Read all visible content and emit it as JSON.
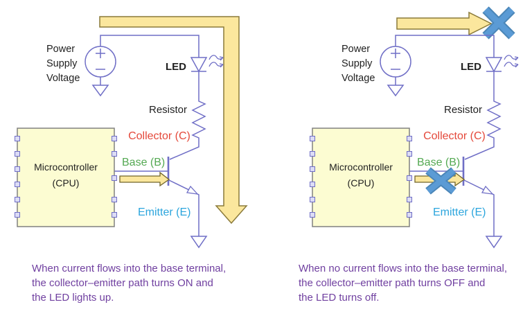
{
  "colors": {
    "wire": "#6f6ec6",
    "label_text": "#1f1f1f",
    "collector_red": "#e4483a",
    "base_green": "#54a952",
    "emitter_blue": "#2ba5dd",
    "caption_purple": "#7040a0",
    "arrow_fill": "#fbe79d",
    "arrow_stroke": "#8a7a3a",
    "blocked_x_blue": "#5b9bd5",
    "mcu_fill": "#fcfcd2",
    "mcu_stroke": "#808080",
    "pin_fill": "#dcdcf5"
  },
  "left": {
    "power_supply_label": [
      "Power",
      "Supply",
      "Voltage"
    ],
    "led_label": "LED",
    "resistor_label": "Resistor",
    "collector_label": "Collector (C)",
    "base_label": "Base (B)",
    "emitter_label": "Emitter (E)",
    "mcu_label_line1": "Microcontroller",
    "mcu_label_line2": "(CPU)",
    "caption": [
      "When current flows into the base terminal,",
      "the collector–emitter path turns ON and",
      "the LED lights up."
    ]
  },
  "right": {
    "power_supply_label": [
      "Power",
      "Supply",
      "Voltage"
    ],
    "led_label": "LED",
    "resistor_label": "Resistor",
    "collector_label": "Collector (C)",
    "base_label": "Base (B)",
    "emitter_label": "Emitter (E)",
    "mcu_label_line1": "Microcontroller",
    "mcu_label_line2": "(CPU)",
    "caption": [
      "When no current flows into the base terminal,",
      "the collector–emitter path turns OFF and",
      "the LED turns off."
    ]
  }
}
